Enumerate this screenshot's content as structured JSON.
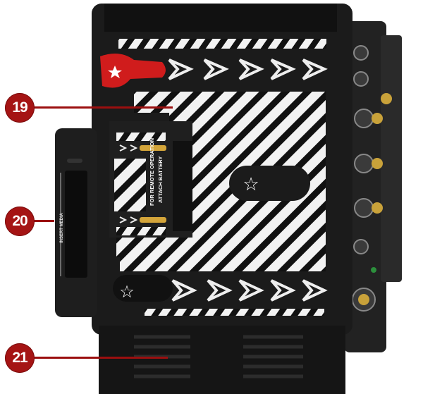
{
  "callouts": [
    {
      "number": "19"
    },
    {
      "number": "20"
    },
    {
      "number": "21"
    }
  ],
  "labels": {
    "media_slot": "INSERT MEDIA",
    "battery_line1": "FOR REMOTE OPERATION",
    "battery_line2": "ATTACH BATTERY"
  },
  "colors": {
    "callout": "#a51414",
    "body": "#1b1b1b",
    "stripe_light": "#f2f2f2",
    "accent_red": "#d01c1c",
    "gold": "#d4a53a"
  },
  "icons": [
    "star-icon",
    "arrow-chevron-icon",
    "release-latch-icon"
  ]
}
